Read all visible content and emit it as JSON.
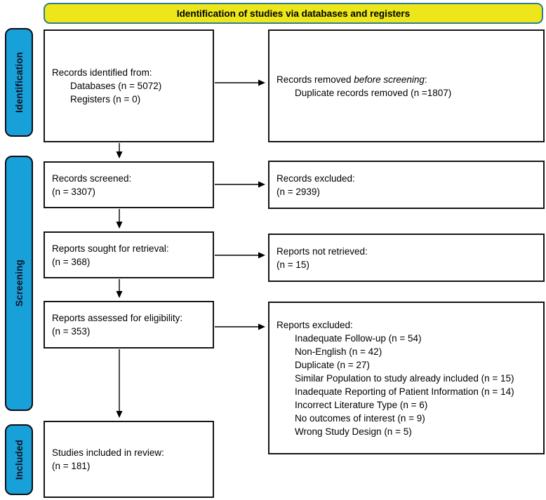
{
  "header": {
    "title": "Identification of studies via databases and registers"
  },
  "side_labels": {
    "identification": "Identification",
    "screening": "Screening",
    "included": "Included"
  },
  "colors": {
    "phase_blue": "#18a0d9",
    "banner_yellow": "#ece61a",
    "banner_border_teal": "#2e7d8f",
    "box_border": "#151515",
    "arrow": "#000000"
  },
  "boxes": {
    "records_identified": {
      "title": "Records identified from:",
      "lines": [
        "Databases (n = 5072)",
        "Registers (n = 0)"
      ]
    },
    "records_removed": {
      "title_prefix": "Records removed ",
      "title_italic": "before screening",
      "title_suffix": ":",
      "lines": [
        "Duplicate records removed (n =1807)"
      ]
    },
    "records_screened": {
      "title": "Records screened:",
      "n": "(n = 3307)"
    },
    "records_excluded": {
      "title": "Records excluded:",
      "n": "(n = 2939)"
    },
    "reports_sought": {
      "title": "Reports sought for retrieval:",
      "n": "(n = 368)"
    },
    "reports_not_retrieved": {
      "title": "Reports not retrieved:",
      "n": "(n = 15)"
    },
    "reports_assessed": {
      "title": "Reports assessed for eligibility:",
      "n": "(n = 353)"
    },
    "reports_excluded": {
      "title": "Reports excluded:",
      "lines": [
        "Inadequate Follow-up (n = 54)",
        "Non-English (n = 42)",
        "Duplicate (n = 27)",
        "Similar Population to study already included (n = 15)",
        "Inadequate Reporting of Patient Information (n = 14)",
        "Incorrect Literature Type (n = 6)",
        "No outcomes of interest (n = 9)",
        "Wrong Study Design (n = 5)"
      ]
    },
    "studies_included": {
      "title": "Studies included in review:",
      "n": "(n = 181)"
    }
  }
}
